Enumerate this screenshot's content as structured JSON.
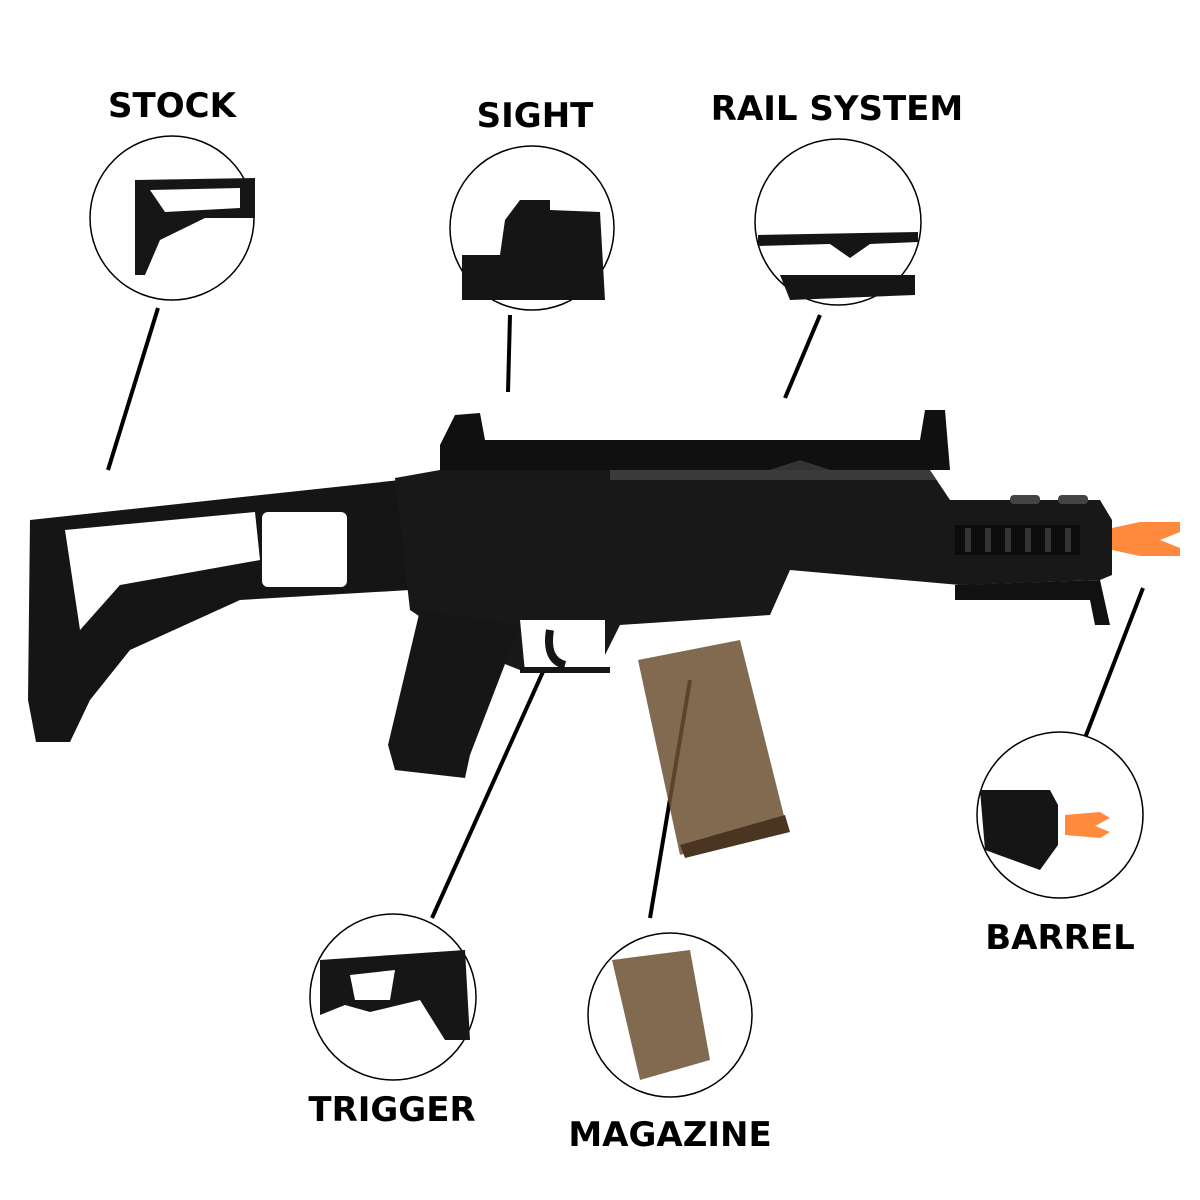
{
  "title": "Rifle Parts Diagram",
  "parts": {
    "stock": "STOCK",
    "sight": "SIGHT",
    "rail_system": "RAIL SYSTEM",
    "barrel": "BARREL",
    "trigger": "TRIGGER",
    "magazine": "MAGAZINE"
  },
  "colors": {
    "body": "#141414",
    "magazine": "#6b5030",
    "tip": "#ff8a3d",
    "line": "#000000"
  }
}
